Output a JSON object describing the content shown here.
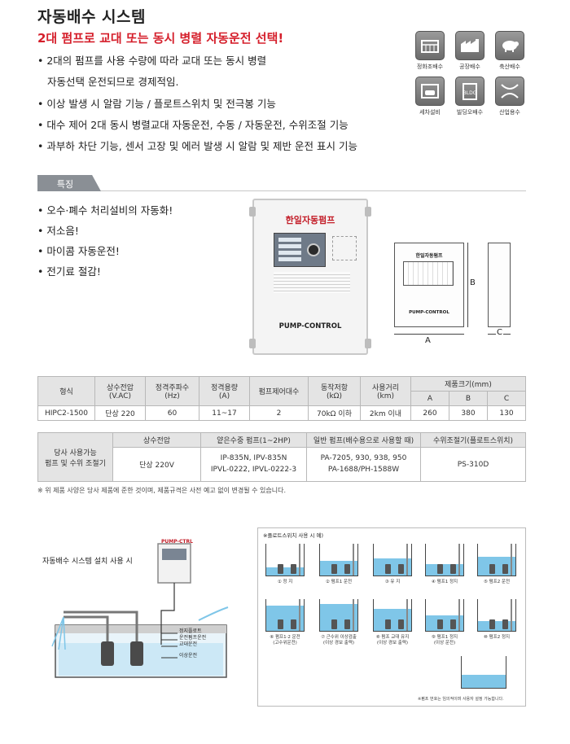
{
  "header": {
    "title": "자동배수 시스템",
    "subtitle": "2대 펌프로 교대 또는 동시 병렬 자동운전 선택!"
  },
  "intro_bullets": [
    "2대의 펌프를 사용 수량에 따라 교대 또는 동시 병렬",
    "자동선택 운전되므로 경제적임.",
    "이상 발생 시 알람 기능 / 플로트스위치 및 전극봉 기능",
    "대수 제어 2대 동시 병렬교대 자동운전, 수동 / 자동운전, 수위조절 기능",
    "과부하 차단 기능, 센서 고장 및 에러 발생 시 알람 및 제반 운전 표시 기능"
  ],
  "applications": [
    {
      "icon": "sewage-treatment-icon",
      "label": "정화조배수"
    },
    {
      "icon": "factory-icon",
      "label": "공장배수"
    },
    {
      "icon": "livestock-icon",
      "label": "축산배수"
    },
    {
      "icon": "car-wash-icon",
      "label": "세차설비"
    },
    {
      "icon": "building-icon",
      "label": "빌딩오배수"
    },
    {
      "icon": "bridge-icon",
      "label": "산업용수"
    }
  ],
  "feature_section": {
    "tab_label": "특징",
    "bullets": [
      "오수·폐수 처리설비의 자동화!",
      "저소음!",
      "마이콤 자동운전!",
      "전기료 절감!"
    ]
  },
  "product": {
    "brand": "한일자동펌프",
    "model_plate": "PUMP-CONTROL",
    "dimension_labels": {
      "a": "A",
      "b": "B",
      "c": "C"
    }
  },
  "spec_table": {
    "headers": [
      "형식",
      "상수전압\n(V.AC)",
      "정격주파수\n(Hz)",
      "정격용량\n(A)",
      "펌프제어대수",
      "동작저항\n(kΩ)",
      "사용거리\n(km)",
      "제품크기(mm)"
    ],
    "size_headers": [
      "A",
      "B",
      "C"
    ],
    "rows": [
      [
        "HIPC2-1500",
        "단상 220",
        "60",
        "11~17",
        "2",
        "70kΩ 이하",
        "2km 이내",
        "260",
        "380",
        "130"
      ]
    ]
  },
  "option_table": {
    "row_label": "당사 사용가능\n펌프 및 수위 조절기",
    "headers": [
      "상수전압",
      "얕은수중 펌프(1~2HP)",
      "일반 펌프(배수용으로 사용할 때)",
      "수위조절기(플로트스위치)"
    ],
    "values": [
      "단상 220V",
      "IP-835N, IPV-835N\nIPVL-0222, IPVL-0222-3",
      "PA-7205, 930, 938, 950\nPA-1688/PH-1588W",
      "PS-310D"
    ]
  },
  "note": "※ 위 제품 사양은 당사 제품에 준한 것이며, 제품규격은 사전 예고 없이 변경될 수 있습니다.",
  "install": {
    "caption": "자동배수 시스템 설치 사용 시",
    "control_label": "PUMP-CTRL",
    "legend": [
      "정지플로트",
      "운전펌프운전",
      "교대운전",
      "이상운전"
    ]
  },
  "float_diagram": {
    "title": "※플로트스위치 사용 시 예)",
    "captions": [
      "① 정 지",
      "② 펌프1 운전",
      "③ 유 지",
      "④ 펌프1 정지",
      "⑤ 펌프2 운전",
      "⑥ 펌프1·2 운전\n(고수위운전)",
      "⑦ 근수위 이상검출\n(이상 경보 출력)",
      "⑧ 펌프 교대 유지\n(이상 경보 출력)",
      "⑨ 펌프1 정지\n(이상 운전)",
      "⑩ 펌프2 정지"
    ],
    "footnote": "※펌프 번호는 임의적이며 사용자 설정 가능합니다."
  },
  "colors": {
    "accent_red": "#d51f2b",
    "tab_gray": "#8a8f95",
    "water_blue": "#7fc6e8"
  }
}
